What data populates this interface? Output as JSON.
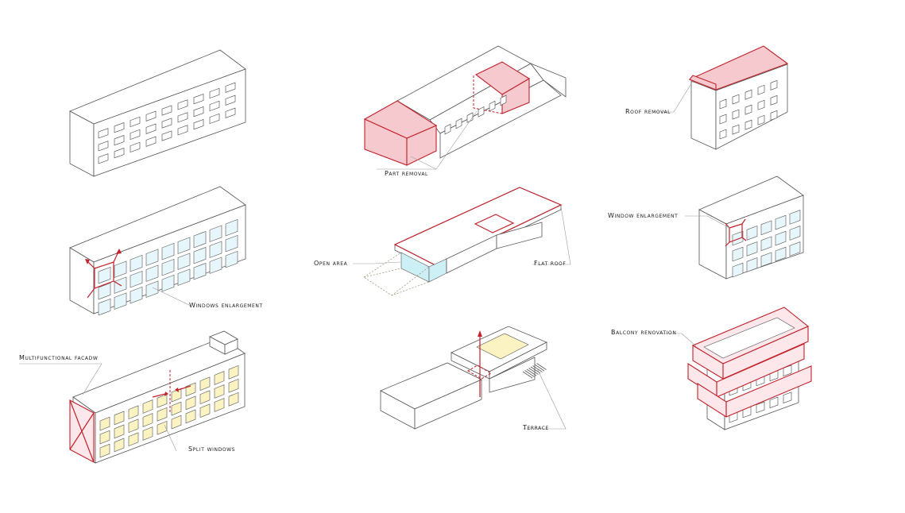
{
  "labels": {
    "part_removal": "Part removal",
    "roof_removal": "Roof removal",
    "windows_enlargement": "Windows enlargement",
    "open_area": "Open area",
    "flat_roof": "Flat roof",
    "window_enlargement": "Window enlargement",
    "multifunctional_facade": "Multifunctional facadw",
    "split_windows": "Split windows",
    "terrace": "Terrace",
    "balcony_renovation": "Balcony renovation"
  },
  "colors": {
    "accent_red": "#c2222b",
    "fill_pink": "#f6c9ce",
    "glass_blue": "#cdeff6",
    "terrace_yellow": "#fbf3c2",
    "line_gray": "#555555"
  }
}
